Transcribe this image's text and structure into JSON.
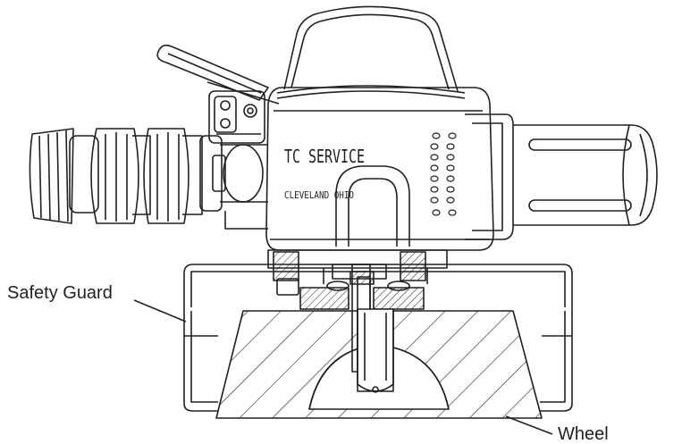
{
  "labels": {
    "safety_guard": "Safety Guard",
    "wheel": "Wheel"
  },
  "housing_text": {
    "brand": "TC SERVICE",
    "location": "CLEVELAND OHIO"
  },
  "colors": {
    "ink": "#231f20",
    "background": "#ffffff"
  }
}
